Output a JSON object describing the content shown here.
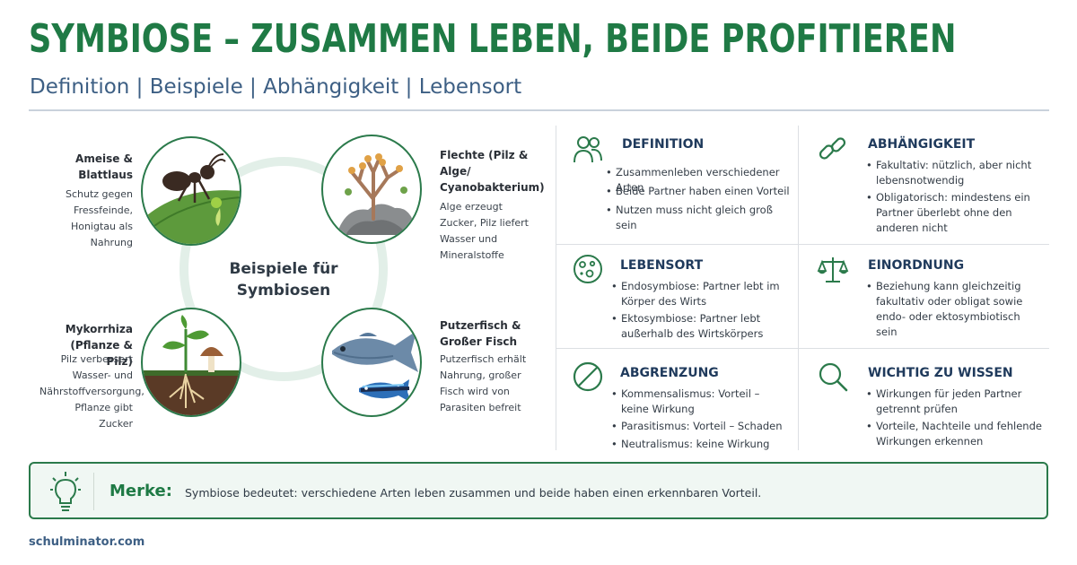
{
  "header": {
    "title": "SYMBIOSE – ZUSAMMEN LEBEN, BEIDE PROFITIEREN",
    "subtitle": "Definition | Beispiele | Abhängigkeit | Lebensort"
  },
  "examples": {
    "center_label": "Beispiele für Symbiosen",
    "items": [
      {
        "title": "Ameise & Blattlaus",
        "text": "Schutz gegen Fressfeinde, Honigtau als Nahrung",
        "icon": "ant-aphid-icon"
      },
      {
        "title": "Flechte (Pilz & Alge/ Cyanobakterium)",
        "text": "Alge erzeugt Zucker, Pilz liefert Wasser und Mineralstoffe",
        "icon": "lichen-icon"
      },
      {
        "title": "Mykorrhiza (Pflanze & Pilz)",
        "text": "Pilz verbessert Wasser- und Nährstoffversorgung, Pflanze gibt Zucker",
        "icon": "plant-fungus-icon"
      },
      {
        "title": "Putzerfisch & Großer Fisch",
        "text": "Putzerfisch erhält Nahrung, großer Fisch wird von Parasiten befreit",
        "icon": "fish-icon"
      }
    ]
  },
  "sections": [
    {
      "title": "DEFINITION",
      "icon": "people-icon",
      "bullets": [
        "Zusammenleben verschiedener Arten",
        "Beide Partner haben einen Vorteil",
        "Nutzen muss nicht gleich groß sein"
      ]
    },
    {
      "title": "ABHÄNGIGKEIT",
      "icon": "link-icon",
      "bullets": [
        "Fakultativ: nützlich, aber nicht lebensnotwendig",
        "Obligatorisch: mindestens ein Partner überlebt ohne den anderen nicht"
      ]
    },
    {
      "title": "LEBENSORT",
      "icon": "cell-icon",
      "bullets": [
        "Endosymbiose: Partner lebt im Körper des Wirts",
        "Ektosymbiose: Partner lebt außerhalb des Wirtskörpers"
      ]
    },
    {
      "title": "EINORDNUNG",
      "icon": "scale-icon",
      "bullets": [
        "Beziehung kann gleichzeitig fakultativ oder obligat sowie endo- oder ektosymbiotisch sein"
      ]
    },
    {
      "title": "ABGRENZUNG",
      "icon": "prohibited-icon",
      "bullets": [
        "Kommensalismus: Vorteil – keine Wirkung",
        "Parasitismus: Vorteil – Schaden",
        "Neutralismus: keine Wirkung"
      ]
    },
    {
      "title": "WICHTIG ZU WISSEN",
      "icon": "magnifier-icon",
      "bullets": [
        "Wirkungen für jeden Partner getrennt prüfen",
        "Vorteile, Nachteile und fehlende Wirkungen erkennen"
      ]
    }
  ],
  "merke": {
    "label": "Merke:",
    "text": "Symbiose bedeutet: verschiedene Arten leben zusammen und beide haben einen erkennbaren Vorteil.",
    "icon": "lightbulb-icon"
  },
  "footer": {
    "site": "schulminator.com"
  },
  "colors": {
    "green": "#1f7a45",
    "navy": "#1f3a5c",
    "blue": "#3d5f84"
  }
}
